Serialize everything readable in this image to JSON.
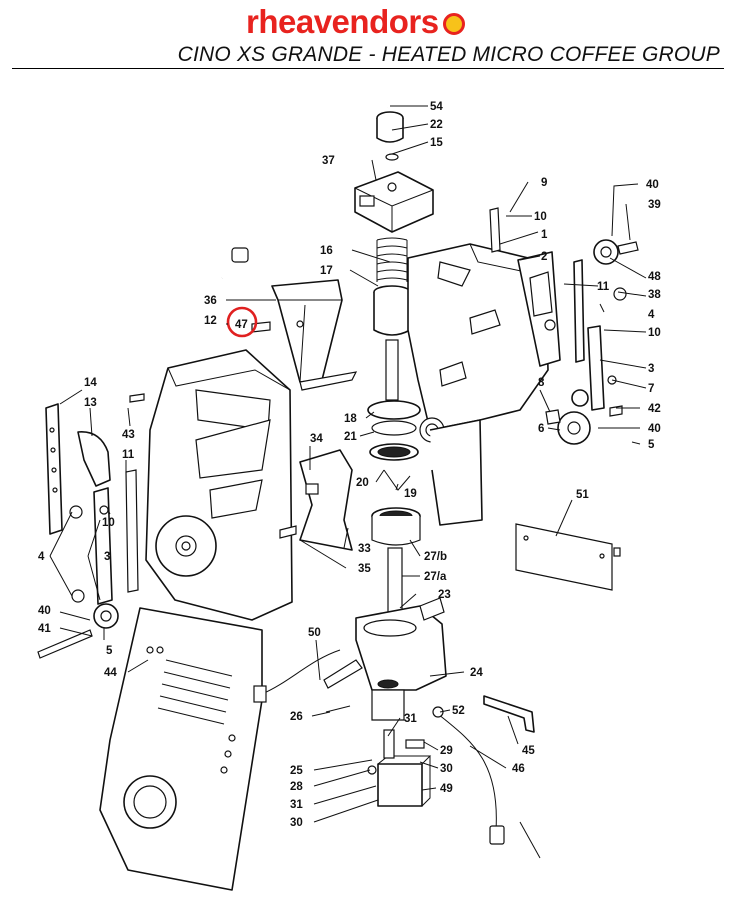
{
  "header": {
    "brand": "rheavendors",
    "title": "CINO XS GRANDE - HEATED MICRO COFFEE GROUP"
  },
  "colors": {
    "brand": "#e8231f",
    "brand_dot_fill": "#f7c21a",
    "highlight": "#e02020"
  },
  "highlighted_callout": "47",
  "callouts": [
    {
      "n": "54"
    },
    {
      "n": "22"
    },
    {
      "n": "15"
    },
    {
      "n": "37"
    },
    {
      "n": "9"
    },
    {
      "n": "10"
    },
    {
      "n": "1"
    },
    {
      "n": "40"
    },
    {
      "n": "39"
    },
    {
      "n": "16"
    },
    {
      "n": "2"
    },
    {
      "n": "17"
    },
    {
      "n": "48"
    },
    {
      "n": "38"
    },
    {
      "n": "11"
    },
    {
      "n": "36"
    },
    {
      "n": "47"
    },
    {
      "n": "12"
    },
    {
      "n": "4"
    },
    {
      "n": "10"
    },
    {
      "n": "3"
    },
    {
      "n": "7"
    },
    {
      "n": "14"
    },
    {
      "n": "13"
    },
    {
      "n": "8"
    },
    {
      "n": "42"
    },
    {
      "n": "18"
    },
    {
      "n": "6"
    },
    {
      "n": "40"
    },
    {
      "n": "43"
    },
    {
      "n": "21"
    },
    {
      "n": "5"
    },
    {
      "n": "34"
    },
    {
      "n": "11"
    },
    {
      "n": "20"
    },
    {
      "n": "19"
    },
    {
      "n": "51"
    },
    {
      "n": "10"
    },
    {
      "n": "4"
    },
    {
      "n": "3"
    },
    {
      "n": "33"
    },
    {
      "n": "27/b"
    },
    {
      "n": "35"
    },
    {
      "n": "27/a"
    },
    {
      "n": "40"
    },
    {
      "n": "23"
    },
    {
      "n": "41"
    },
    {
      "n": "5"
    },
    {
      "n": "50"
    },
    {
      "n": "44"
    },
    {
      "n": "24"
    },
    {
      "n": "52"
    },
    {
      "n": "45"
    },
    {
      "n": "26"
    },
    {
      "n": "31"
    },
    {
      "n": "29"
    },
    {
      "n": "25"
    },
    {
      "n": "30"
    },
    {
      "n": "46"
    },
    {
      "n": "28"
    },
    {
      "n": "49"
    },
    {
      "n": "31"
    },
    {
      "n": "30"
    }
  ]
}
